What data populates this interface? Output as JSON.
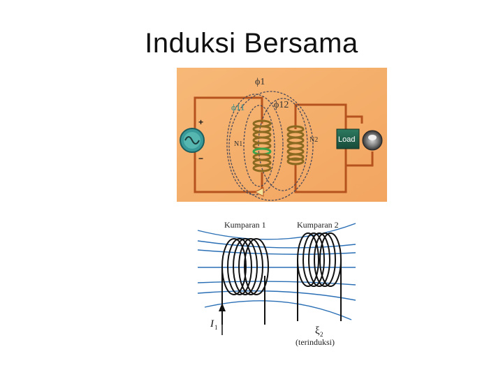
{
  "slide": {
    "title": "Induksi Bersama"
  },
  "figure_top": {
    "phi_1": "ϕ1",
    "phi_11": "ϕ11",
    "phi_12": "ϕ12",
    "coil_n1": "N1",
    "coil_n2": "N2",
    "load_label": "Load",
    "plus_sign": "+",
    "minus_sign": "−",
    "colors": {
      "background": "#f5b06c",
      "wire": "#b5521e",
      "coil": "#8a6a20",
      "load_box": "#1f5a46",
      "source": "#3a9a9a"
    },
    "icons": [
      "ac-source-icon",
      "load-box",
      "lamp-icon",
      "arrow-icon"
    ]
  },
  "figure_bottom": {
    "coil_1_label": "Kumparan 1",
    "coil_2_label": "Kumparan 2",
    "current_label": "I",
    "current_subscript": "1",
    "emf_symbol": "ξ",
    "emf_subscript": "2",
    "emf_note": "(terinduksi)",
    "colors": {
      "field_lines": "#2a6fb5",
      "coil": "#111111"
    }
  }
}
